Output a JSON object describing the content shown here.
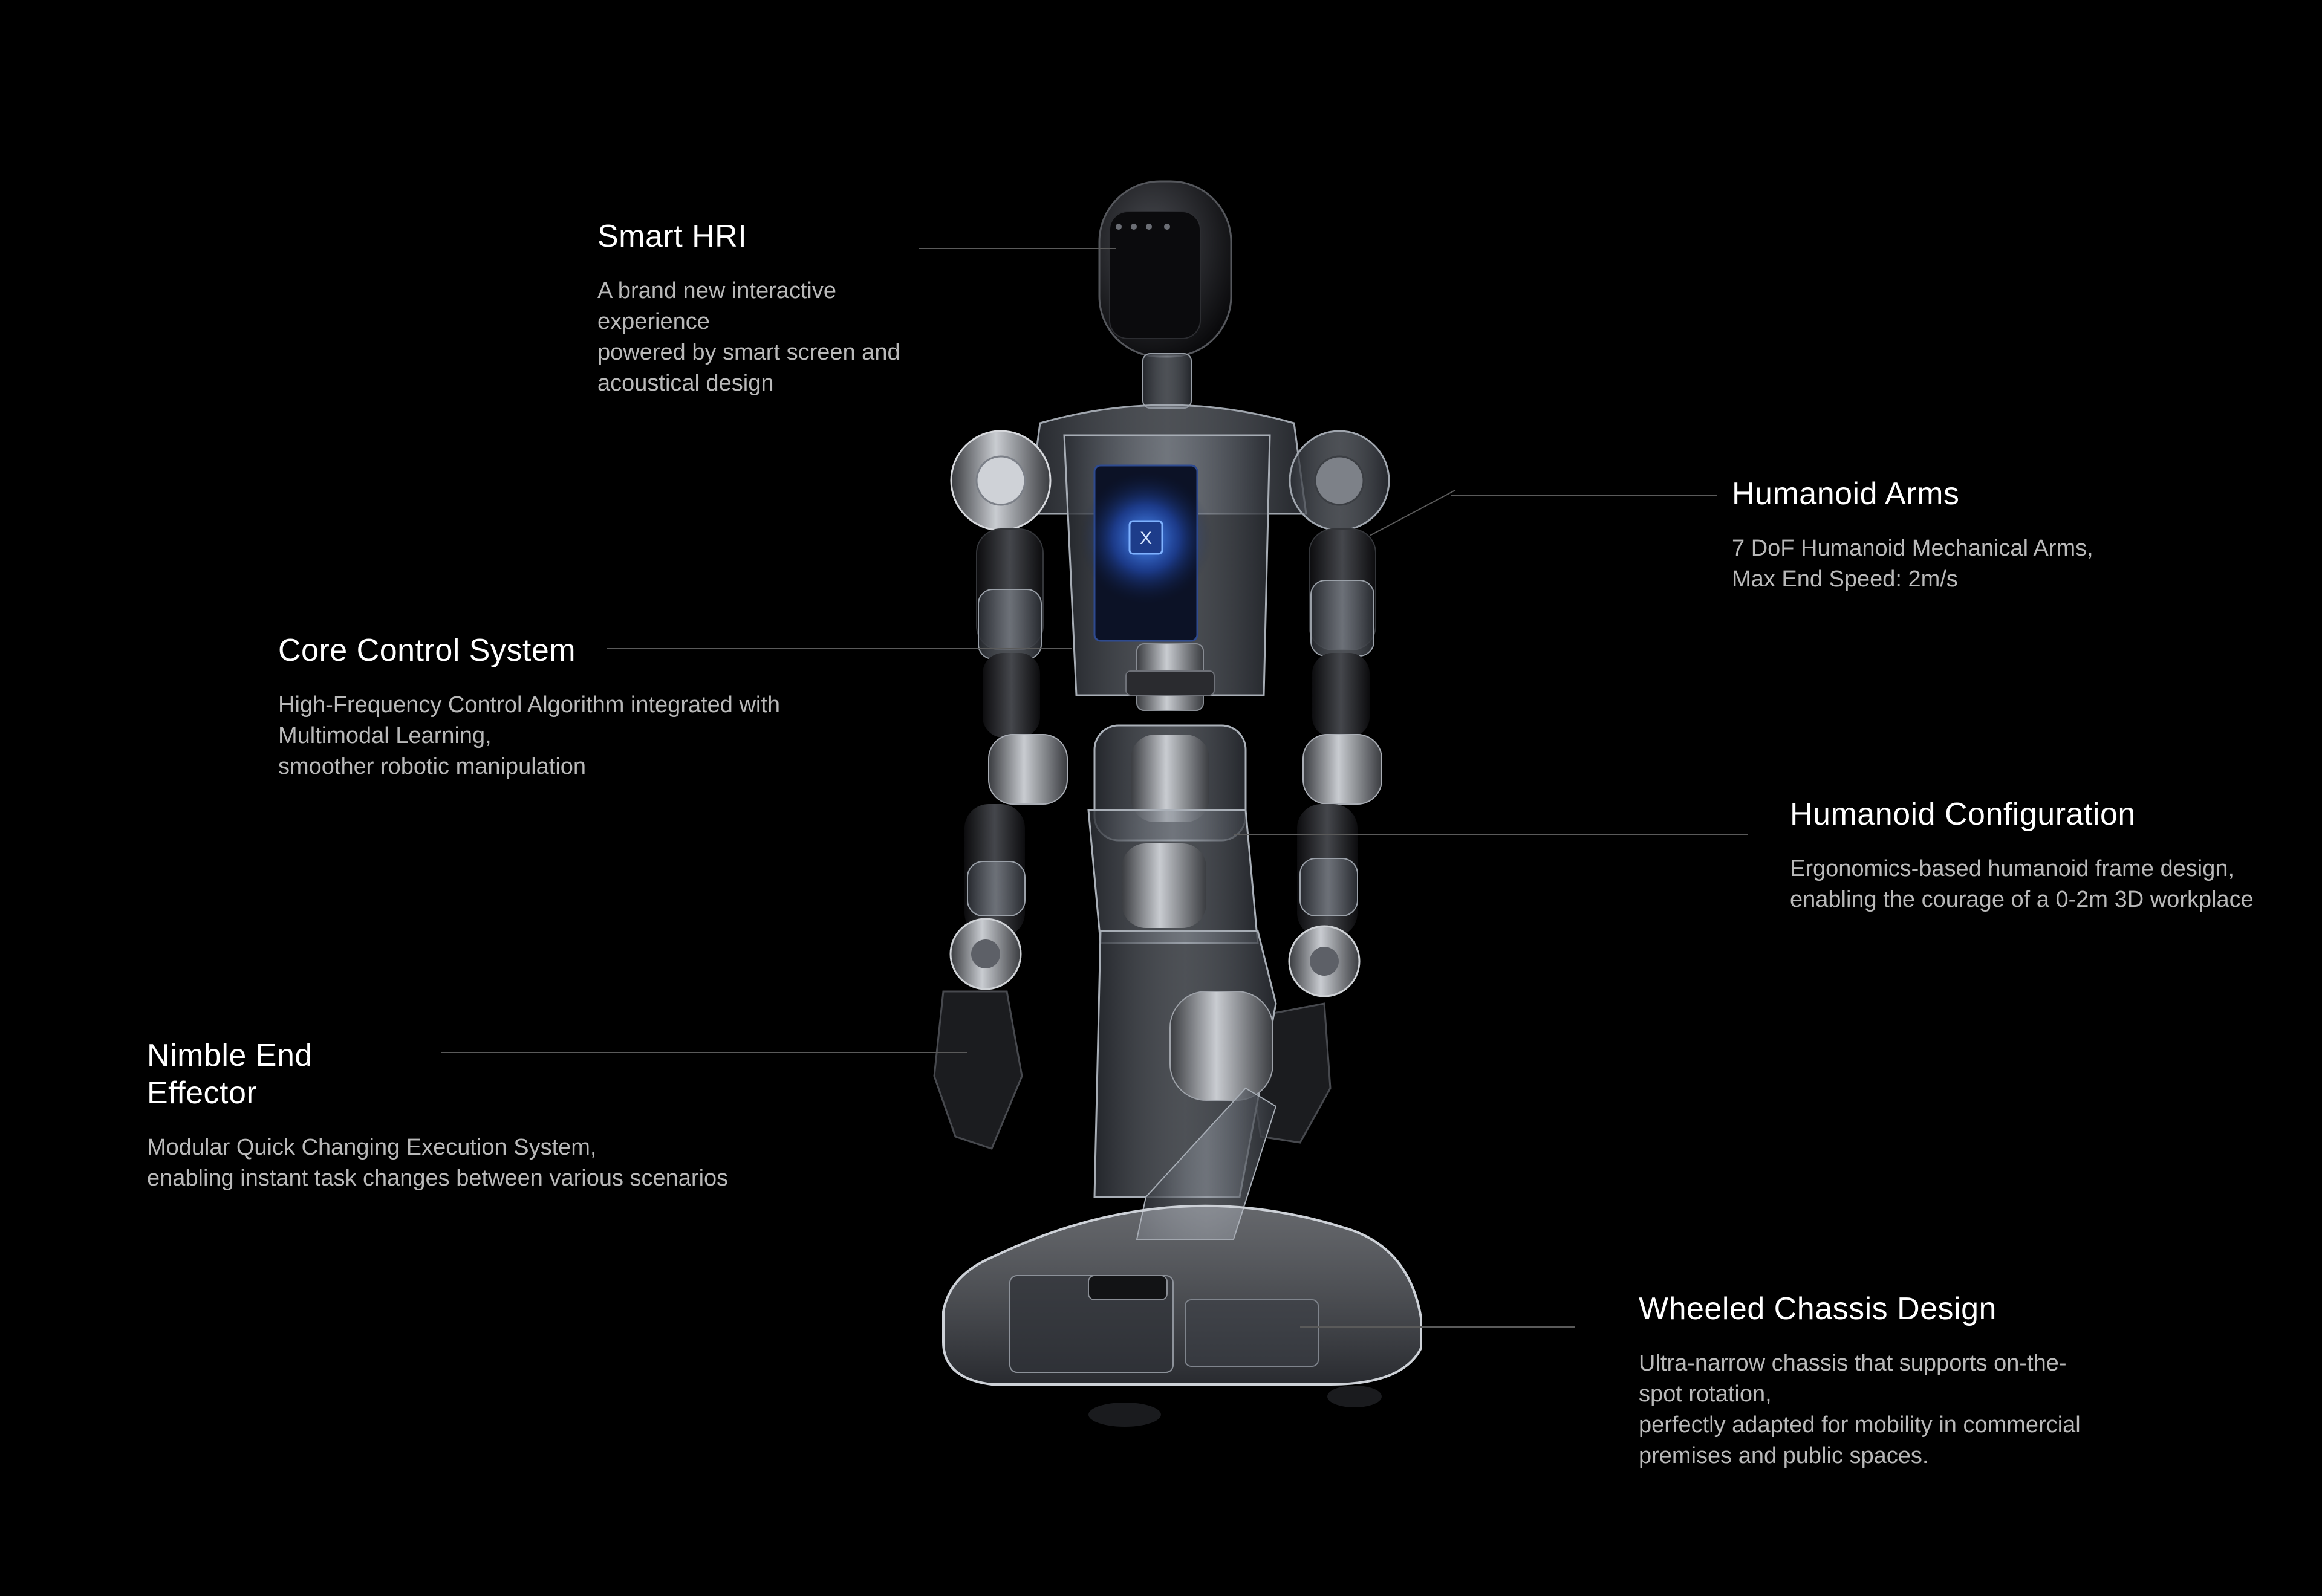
{
  "features": {
    "smart_hri": {
      "title": "Smart HRI",
      "lines": [
        "A brand new interactive",
        "experience",
        "powered by smart screen and",
        "acoustical design"
      ]
    },
    "core_control": {
      "title": "Core Control System",
      "lines": [
        "High-Frequency Control Algorithm integrated with",
        "Multimodal Learning,",
        "smoother robotic manipulation"
      ]
    },
    "nimble_end": {
      "title_line1": "Nimble End",
      "title_line2": "Effector",
      "lines": [
        "Modular Quick Changing Execution System,",
        "enabling instant task changes between various scenarios"
      ]
    },
    "humanoid_arms": {
      "title": "Humanoid Arms",
      "lines": [
        "7 DoF Humanoid Mechanical Arms,",
        "Max End Speed: 2m/s"
      ]
    },
    "humanoid_config": {
      "title": "Humanoid Configuration",
      "lines": [
        "Ergonomics-based humanoid frame design,",
        "enabling the courage of a 0-2m 3D workplace"
      ]
    },
    "wheeled_chassis": {
      "title": "Wheeled Chassis Design",
      "lines": [
        "Ultra-narrow chassis that supports on-the-",
        "spot rotation,",
        "perfectly adapted for mobility in commercial",
        "premises and public spaces."
      ]
    }
  },
  "robot_chip_label": "X",
  "colors": {
    "background": "#000000",
    "title": "#ffffff",
    "description": "#b9b9b9",
    "leader_line": "#5a5a5a",
    "chip_glow": "#2f6bff"
  }
}
